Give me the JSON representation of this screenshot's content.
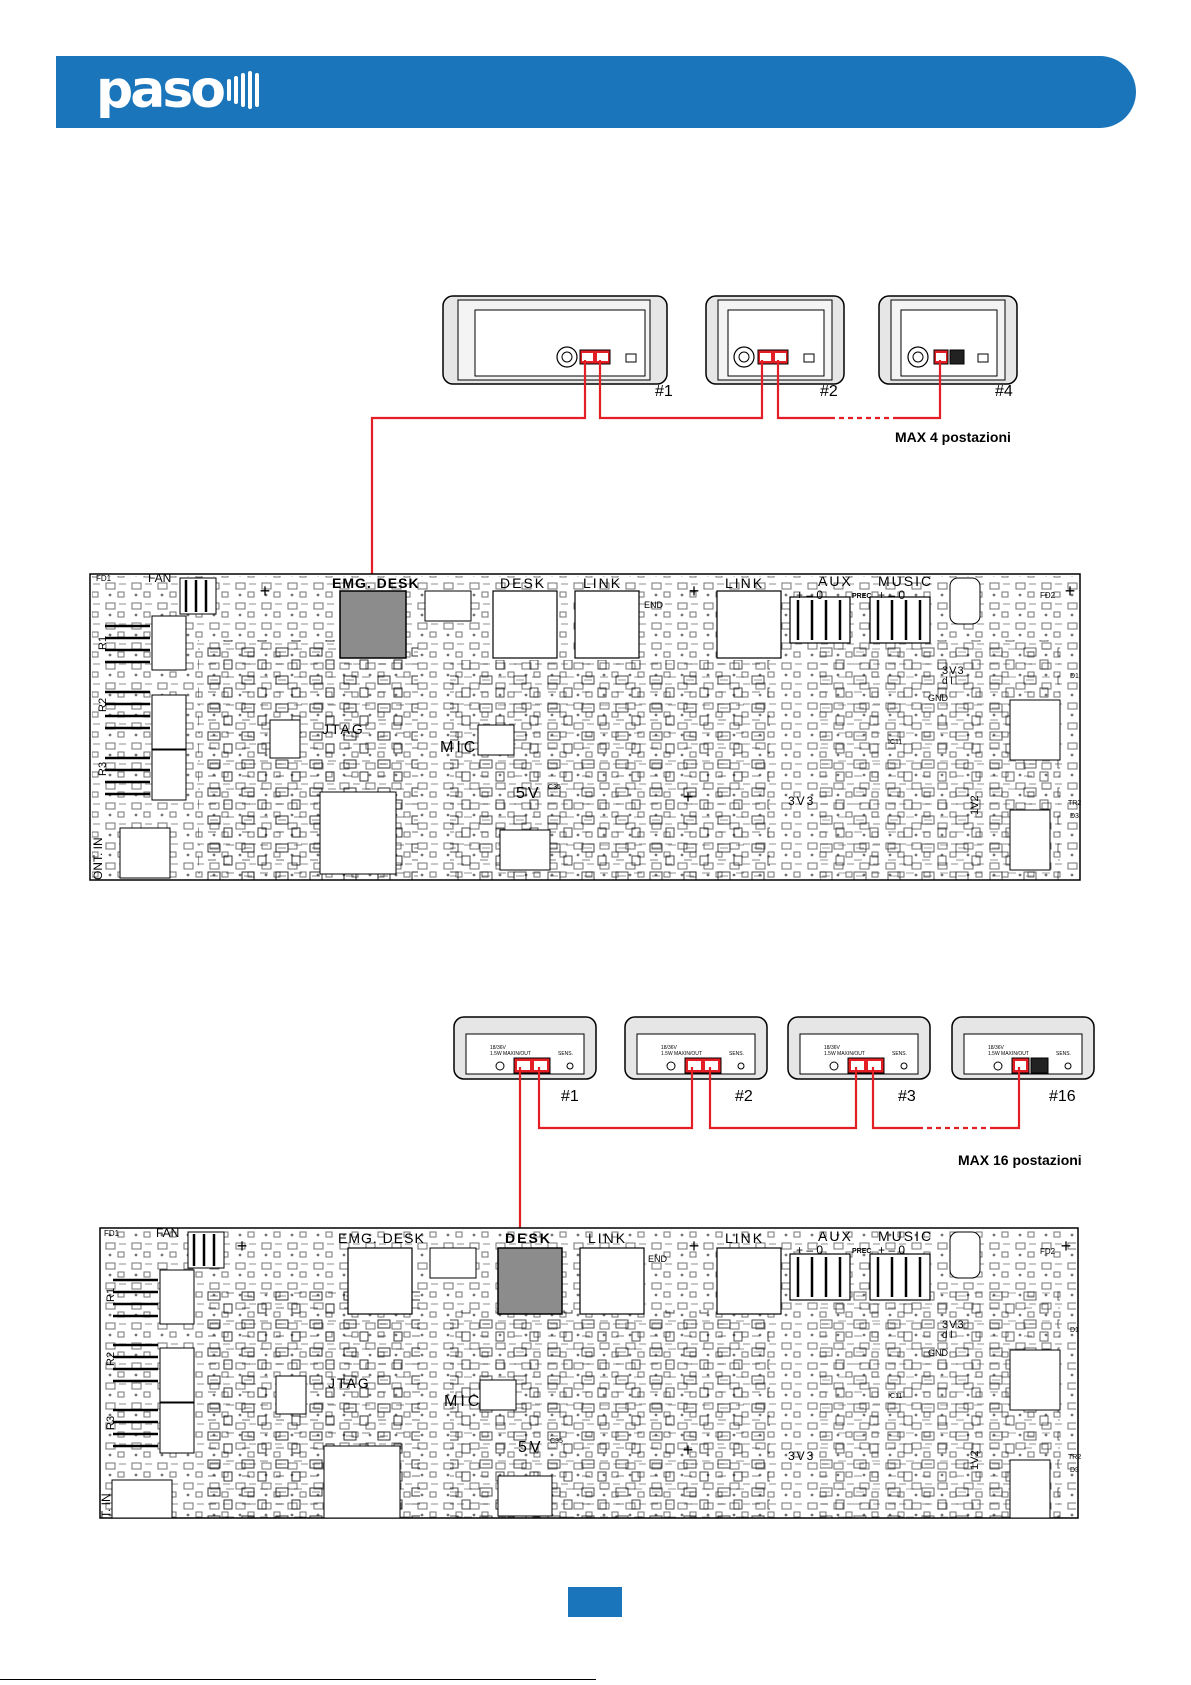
{
  "header": {
    "logo_text": "paso"
  },
  "diagram1": {
    "stations": [
      "#1",
      "#2",
      "#4"
    ],
    "caption": "MAX 4 postazioni",
    "board_labels": {
      "fd1": "FD1",
      "fan": "FAN",
      "emg_desk": "EMG. DESK",
      "desk": "DESK",
      "link1": "LINK",
      "link2": "LINK",
      "aux": "AUX",
      "music": "MUSIC",
      "aux_pins": "+ – 0",
      "prec": "PREC",
      "music_pins": "+ – 0",
      "fd2": "FD2",
      "end": "END",
      "jtag": "JTAG",
      "mic": "MIC",
      "v5": "5V",
      "v3v3a": "3V3",
      "v3v3b": "3V3",
      "gnd": "GND",
      "dl": "d l",
      "r1": "R1",
      "r2": "R2",
      "r3": "R3",
      "ic11": "IC11",
      "d1": "D1",
      "d3": "D3",
      "tr2": "TR2",
      "v1v2": "1V2",
      "ontin": "ONT. IN",
      "c35": "C35"
    }
  },
  "diagram2": {
    "stations": [
      "#1",
      "#2",
      "#3",
      "#16"
    ],
    "caption": "MAX 16 postazioni",
    "board_labels": {
      "fd1": "FD1",
      "fan": "FAN",
      "emg_desk": "EMG. DESK",
      "desk": "DESK",
      "link1": "LINK",
      "link2": "LINK",
      "aux": "AUX",
      "music": "MUSIC",
      "aux_pins": "+ – 0",
      "prec": "PREC",
      "music_pins": "+ – 0",
      "fd2": "FD2",
      "end": "END",
      "jtag": "JTAG",
      "mic": "MIC",
      "v5": "5V",
      "v3v3a": "3V3",
      "v3v3b": "3V3",
      "gnd": "GND",
      "dl": "d l",
      "r1": "R1",
      "r2": "R2",
      "r3": "R3",
      "ic11": "IC11",
      "d1": "D1",
      "d3": "D3",
      "tr2": "TR2",
      "v1v2": "1V2",
      "ontin": "T. IN",
      "c35": "C35"
    },
    "panel_text": {
      "psu": "18/36V",
      "max": "1.5W MAX",
      "inout": "IN/OUT",
      "sens": "SENS."
    }
  },
  "colors": {
    "brand_blue": "#1b75bb",
    "cable_red": "#e31e24",
    "port_red": "#e31e24",
    "highlight_gray": "#8c8c8c"
  }
}
